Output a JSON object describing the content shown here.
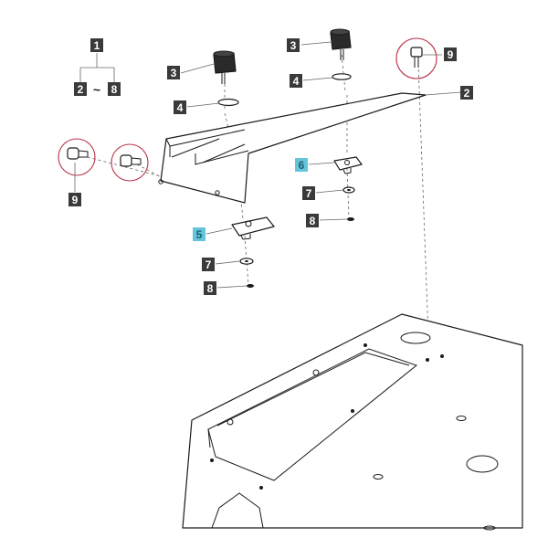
{
  "colors": {
    "callout_default": "#3a3a3a",
    "callout_highlight": "#63c4da",
    "callout_text": "#ffffff",
    "callout_highlight_text": "#1d5f73",
    "circle_mark": "#b8334a",
    "line": "#1a1a1a"
  },
  "callouts": {
    "c1": "1",
    "c2_range_start": "2",
    "tilde": "~",
    "c8_range_end": "8",
    "c3_left": "3",
    "c3_right": "3",
    "c4_left": "4",
    "c4_right": "4",
    "c9_top": "9",
    "c2_bracket": "2",
    "c9_left": "9",
    "c6": "6",
    "c7_right": "7",
    "c8_right": "8",
    "c5": "5",
    "c7_left": "7",
    "c8_left": "8"
  },
  "highlighted_parts": [
    "5",
    "6"
  ]
}
